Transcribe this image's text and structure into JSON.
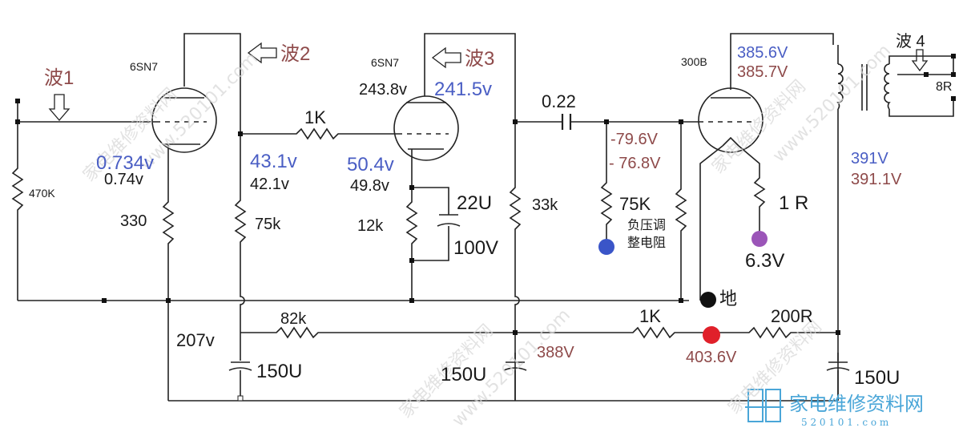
{
  "tubes": {
    "v1": "6SN7",
    "v2": "6SN7",
    "v3": "300B"
  },
  "waves": {
    "w1": "波1",
    "w2": "波2",
    "w3": "波3",
    "w4": "波 4"
  },
  "components": {
    "r_in": "470K",
    "r_k1": "330",
    "r_p1": "75k",
    "r_series": "1K",
    "r_k2": "12k",
    "c_k2_value": "22U",
    "c_k2_voltage": "100V",
    "c_coupling": "0.22",
    "r_p2": "33k",
    "r_grid": "75K",
    "r_grid_note_line1": "负压调",
    "r_grid_note_line2": "整电阻",
    "r_fil": "1 R",
    "fil_voltage": "6.3V",
    "r_dec1": "82k",
    "r_dec2": "1K",
    "r_dec3": "200R",
    "c_dec1": "150U",
    "c_dec2": "150U",
    "c_dec3": "150U",
    "ground_label": "地",
    "load": "8R"
  },
  "voltages": {
    "v1_k_a": "0.734v",
    "v1_k_b": "0.74v",
    "v1_p_a": "43.1v",
    "v1_p_b": "42.1v",
    "v2_p_a": "243.8v",
    "v2_p_b": "241.5v",
    "v2_k_a": "50.4v",
    "v2_k_b": "49.8v",
    "grid_a": "-79.6V",
    "grid_b": "- 76.8V",
    "v3_p_a": "385.6V",
    "v3_p_b": "385.7V",
    "hv_a": "391V",
    "hv_b": "391.1V",
    "b1": "207v",
    "b2": "388V",
    "b3": "403.6V"
  },
  "watermark": {
    "text": "家电维修资料网",
    "url": "www.520101.com",
    "logo_url": "5 2 0 1 0 1 . c o m"
  },
  "colors": {
    "wire": "#222222",
    "blue_dot": "#3a55c8",
    "purple_dot": "#9b55b8",
    "red_dot": "#e0202a",
    "ground_dot": "#111111"
  }
}
